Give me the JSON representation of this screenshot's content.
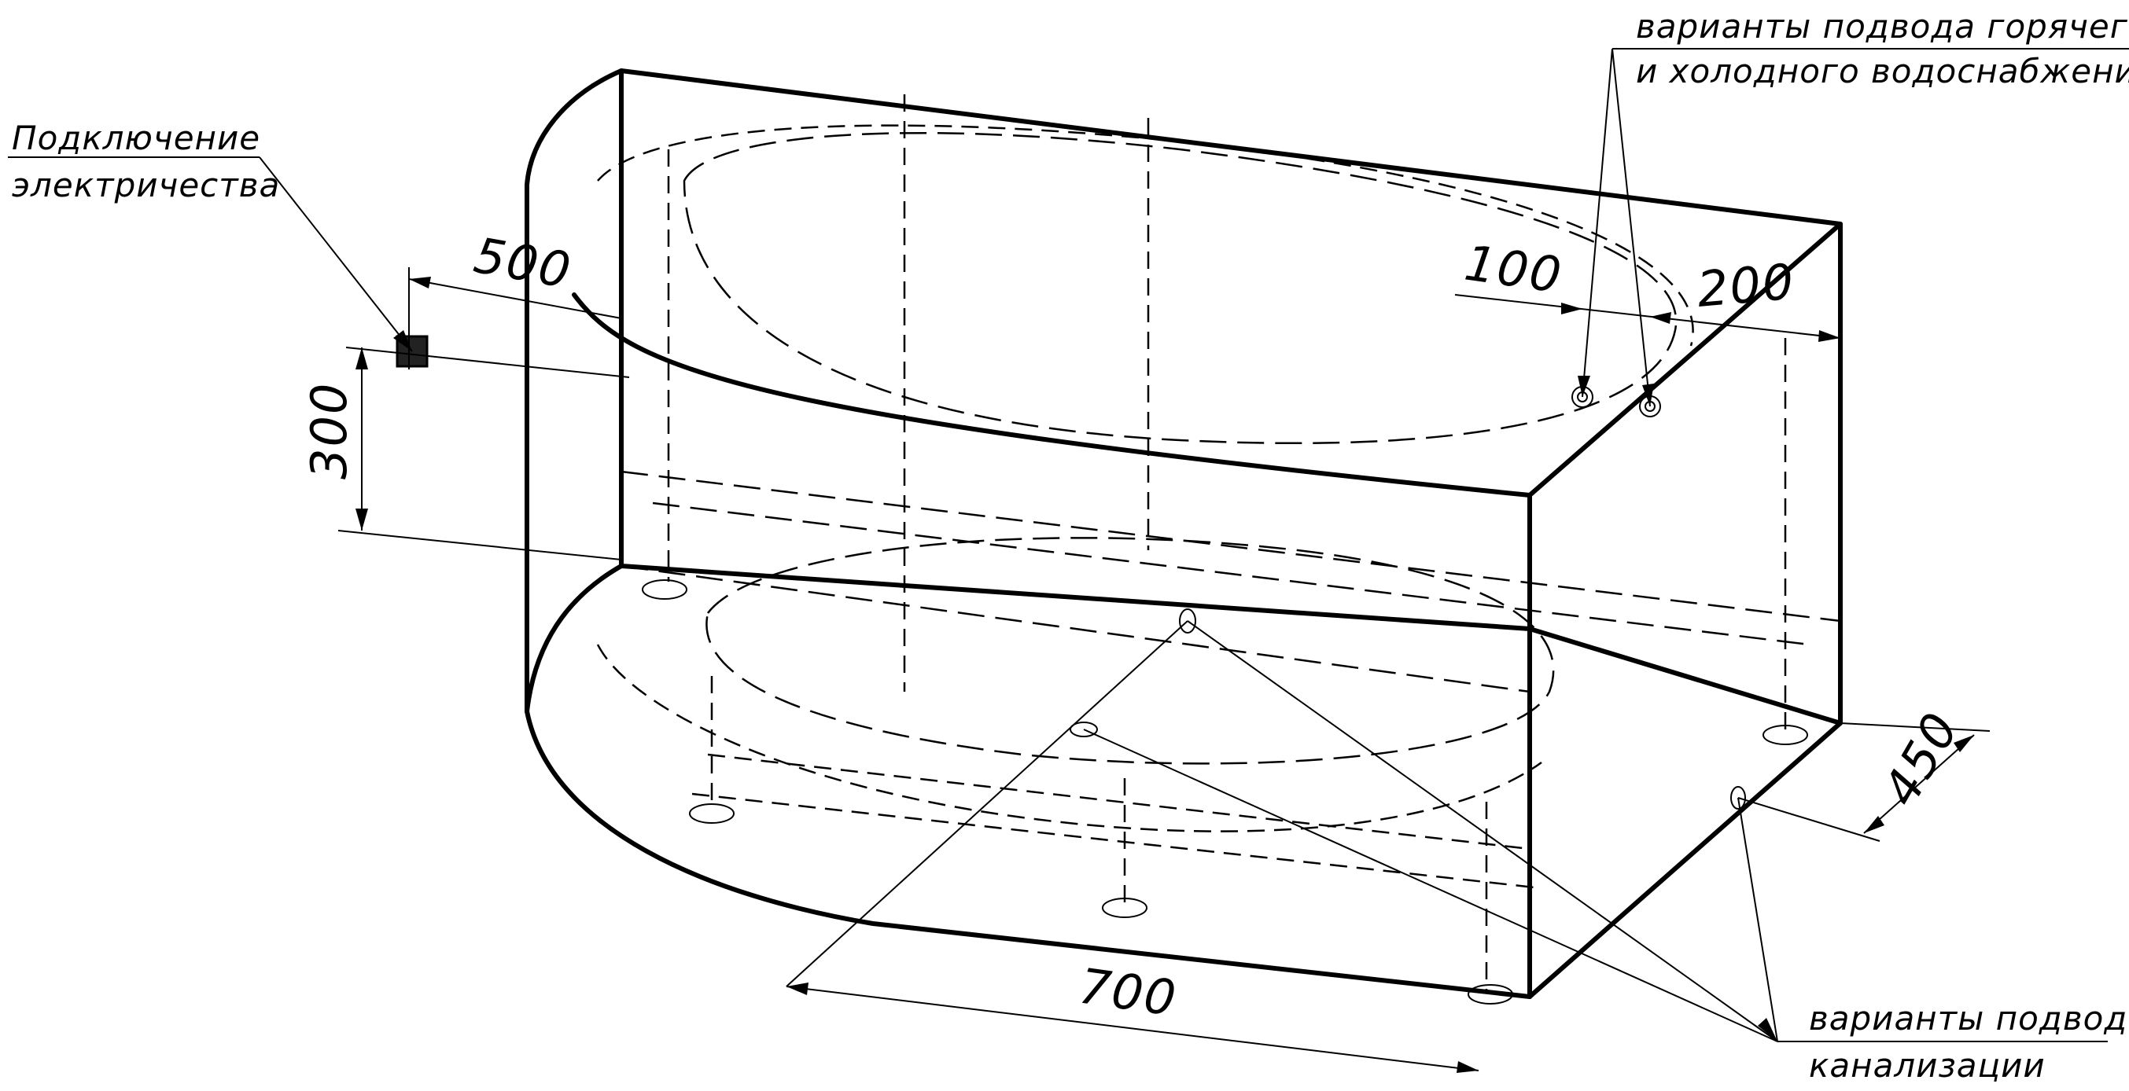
{
  "labels": {
    "water": [
      "варианты подвода горячего",
      "и холодного водоснабжения"
    ],
    "electric": [
      "Подключение",
      "электричества"
    ],
    "drain": [
      "варианты подвода",
      "канализации"
    ]
  },
  "dimensions": {
    "d500": "500",
    "d300": "300",
    "d100": "100",
    "d200": "200",
    "d450": "450",
    "d700": "700"
  }
}
